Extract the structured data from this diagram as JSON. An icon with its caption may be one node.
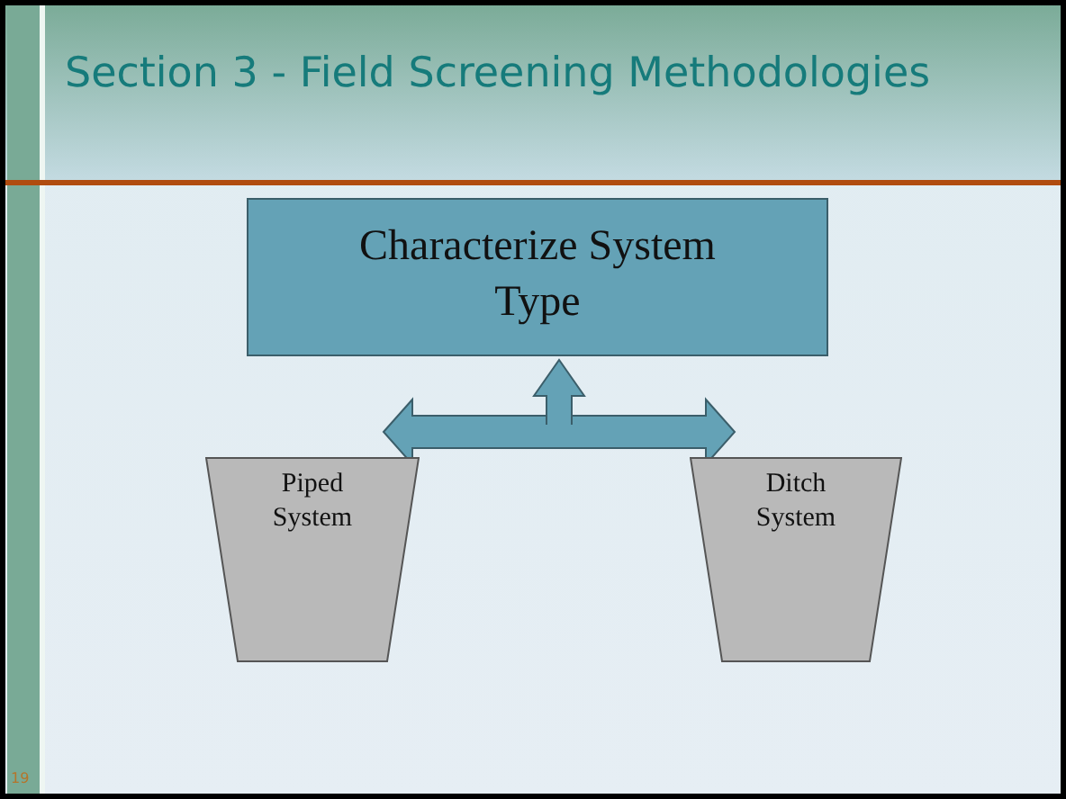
{
  "diagram": {
    "title": "Section 3 - Field Screening Methodologies",
    "nodes": [
      {
        "text": [
          "Characterize System Type"
        ]
      },
      {
        "text": [
          "Piped System"
        ]
      },
      {
        "text": [
          "Ditch System"
        ]
      }
    ],
    "edges": [
      {
        "from": 1,
        "to": 2,
        "arrow": "both",
        "style": "thick"
      },
      {
        "from": null,
        "to": 0,
        "arrow": "to",
        "style": "thick"
      }
    ],
    "labels": [
      "19"
    ]
  }
}
